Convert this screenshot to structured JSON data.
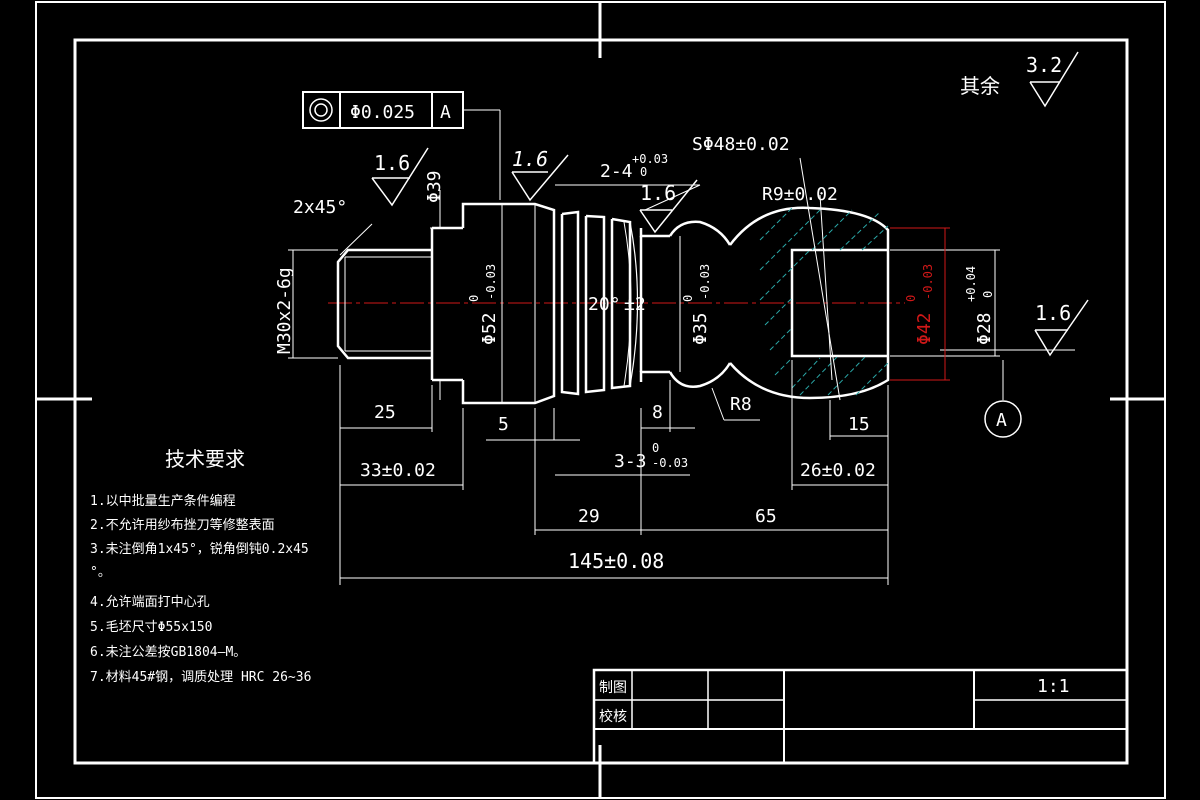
{
  "colors": {
    "background": "#000000",
    "line": "#ffffff",
    "centerline": "#d01818",
    "hatch": "#2aa6a6"
  },
  "surface_finish": {
    "remaining_label": "其余",
    "remaining_value": "3.2",
    "values": [
      "1.6",
      "1.6",
      "1.6",
      "1.6"
    ]
  },
  "tolerance_frame": {
    "symbol": "◎",
    "value": "Φ0.025",
    "datum": "A"
  },
  "datum_label": "A",
  "dimensions": {
    "chamfer": "2x45°",
    "d39": "Φ39",
    "thread": "M30x2-6g",
    "d52": "Φ52",
    "d52_tol_upper": "0",
    "d52_tol_lower": "-0.03",
    "grooves": "2-4",
    "grooves_tol_upper": "+0.03",
    "grooves_tol_lower": "0",
    "sphere": "SΦ48±0.02",
    "r9": "R9±0.02",
    "angle": "20°",
    "angle_tol": "±2",
    "d35": "Φ35",
    "d35_tol_upper": "0",
    "d35_tol_lower": "-0.03",
    "d42": "Φ42",
    "d42_tol_upper": "0",
    "d42_tol_lower": "-0.03",
    "d28": "Φ28",
    "d28_tol_upper": "+0.04",
    "d28_tol_lower": "0",
    "r8": "R8",
    "len25": "25",
    "len5": "5",
    "len8": "8",
    "len15": "15",
    "len33": "33±0.02",
    "len3": "3-3",
    "len3_tol_upper": "0",
    "len3_tol_lower": "-0.03",
    "len26": "26±0.02",
    "len29": "29",
    "len65": "65",
    "len145": "145±0.08"
  },
  "tech_requirements": {
    "title": "技术要求",
    "items": [
      "1.以中批量生产条件编程",
      "2.不允许用纱布挫刀等修整表面",
      "3.未注倒角1x45°，锐角倒钝0.2x45",
      "°。",
      "4.允许端面打中心孔",
      "5.毛坯尺寸Φ55x150",
      "6.未注公差按GB1804—M。",
      "7.材料45#钢，调质处理 HRC 26~36"
    ]
  },
  "title_block": {
    "drawn": "制图",
    "checked": "校核",
    "scale": "1:1"
  }
}
